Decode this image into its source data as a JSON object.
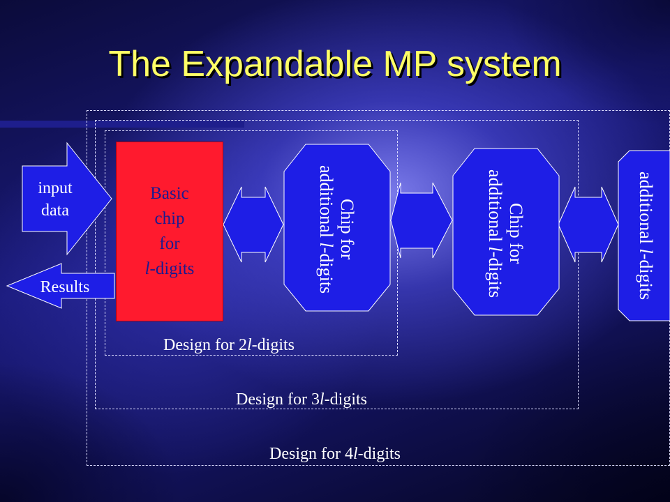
{
  "slide": {
    "title": "The Expandable MP system"
  },
  "diagram": {
    "input_label_line1": "input",
    "input_label_line2": "data",
    "results_label": "Results",
    "basic_chip": {
      "line1": "Basic",
      "line2": "chip",
      "line3": "for",
      "line4_var": "l",
      "line4_rest": "-digits"
    },
    "chip2": {
      "line1": "Chip for",
      "line2_prefix": "additional ",
      "line2_var": "l",
      "line2_rest": "-digits"
    },
    "chip3": {
      "line1": "Chip for",
      "line2_prefix": "additional ",
      "line2_var": "l",
      "line2_rest": "-digits"
    },
    "chip4": {
      "line1_prefix": "additional ",
      "line1_var": "l",
      "line1_rest": "-digits"
    },
    "captions": {
      "design2_prefix": "Design for 2",
      "design2_var": "l",
      "design2_rest": "-digits",
      "design3_prefix": "Design for 3",
      "design3_var": "l",
      "design3_rest": "-digits",
      "design4_prefix": "Design for 4",
      "design4_var": "l",
      "design4_rest": "-digits"
    },
    "colors": {
      "title": "#ffff66",
      "basic_chip": "#ff1a2e",
      "chip": "#1e1ee6",
      "connector": "#1e1ee6",
      "dashed_frame": "#dcdcff"
    }
  }
}
